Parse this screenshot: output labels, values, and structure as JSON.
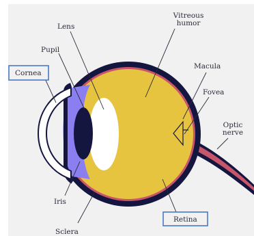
{
  "labels": {
    "lens": "Lens",
    "vitreous_line1": "Vitreous",
    "vitreous_line2": "humor",
    "pupil": "Pupil",
    "cornea": "Cornea",
    "macula": "Macula",
    "fovea": "Fovea",
    "optic_line1": "Optic",
    "optic_line2": "nerve",
    "iris": "Iris",
    "sclera": "Sclera",
    "retina": "Retina"
  },
  "colors": {
    "background": "#f1f1f1",
    "sclera": "#141640",
    "vitreous": "#e6c43f",
    "iris": "#8a7ef0",
    "pupil": "#141640",
    "lens": "#ffffff",
    "retina": "#c8566a",
    "label_box_border": "#4a78c8"
  }
}
